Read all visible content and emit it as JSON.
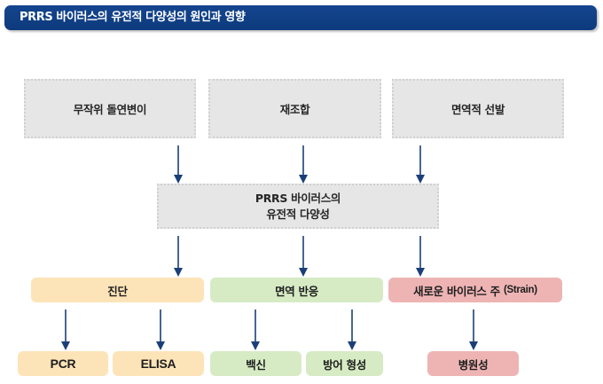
{
  "title": "PRRS 바이러스의 유전적 다양성의 원인과 영향",
  "causes": {
    "random_mutation": "무작위 돌연변이",
    "recombination": "재조합",
    "immune_selection": "면역적 선발"
  },
  "center": {
    "line1": "PRRS 바이러스의",
    "line2": "유전적 다양성"
  },
  "effects": {
    "diagnosis": "진단",
    "immune_response": "면역 반응",
    "new_strain_main": "새로운 바이러스 주",
    "new_strain_suffix": "(Strain)"
  },
  "details": {
    "pcr": "PCR",
    "elisa": "ELISA",
    "vaccine": "백신",
    "protection": "방어 형성",
    "pathogenicity": "병원성"
  },
  "colors": {
    "title_bar": "#14458f",
    "arrow": "#1a3f78",
    "gray_box": "#e6e6e6",
    "yellow": "#fde4b8",
    "green": "#d6ebc4",
    "pink": "#eeb4b4"
  }
}
